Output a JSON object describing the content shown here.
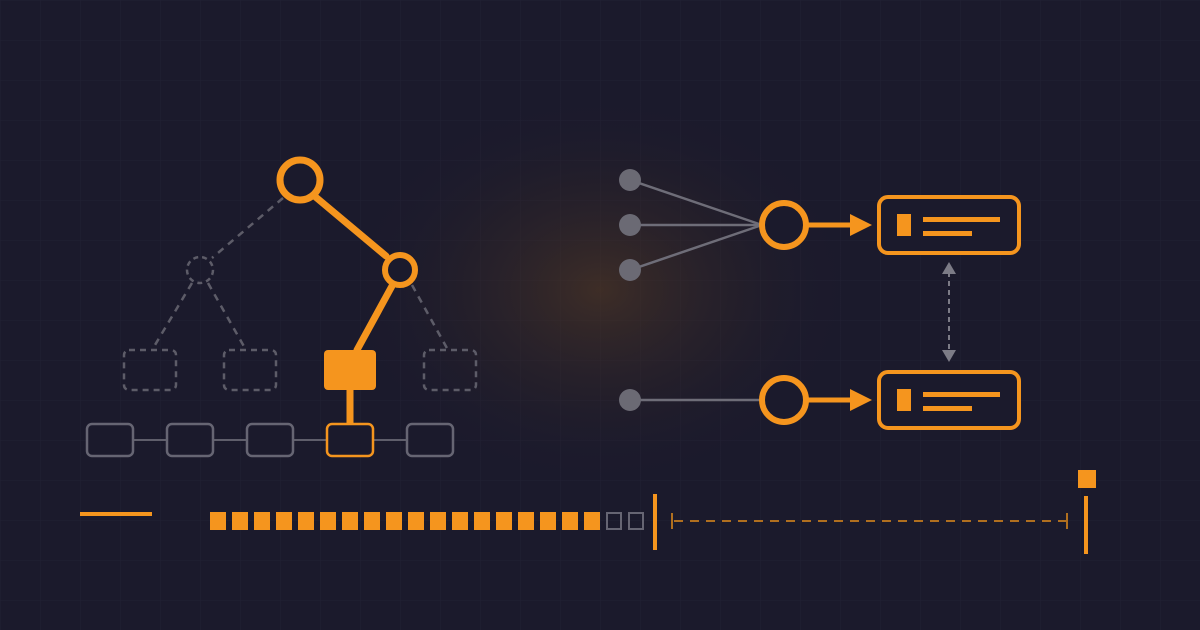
{
  "colors": {
    "background": "#1b1a2c",
    "grid": "#222134",
    "glow": "#5a3d22",
    "accent": "#f5951e",
    "muted_node": "#6b6a74",
    "muted_line": "#6e6d78",
    "dashed_gray": "#5d5c68",
    "slot_gray": "#666573",
    "arrow_gray": "#7c7b86",
    "progress_dashed": "#b06f1f"
  },
  "tree": {
    "leaf_count": 5,
    "active_leaf_index": 3
  },
  "network": {
    "upper_input_count": 3,
    "lower_input_count": 1,
    "output_cards": 2
  },
  "progress": {
    "total_segments": 20,
    "filled_segments": 18
  },
  "icons": {
    "legend_dash": "dash-icon",
    "end_marker": "square-flag-icon"
  }
}
